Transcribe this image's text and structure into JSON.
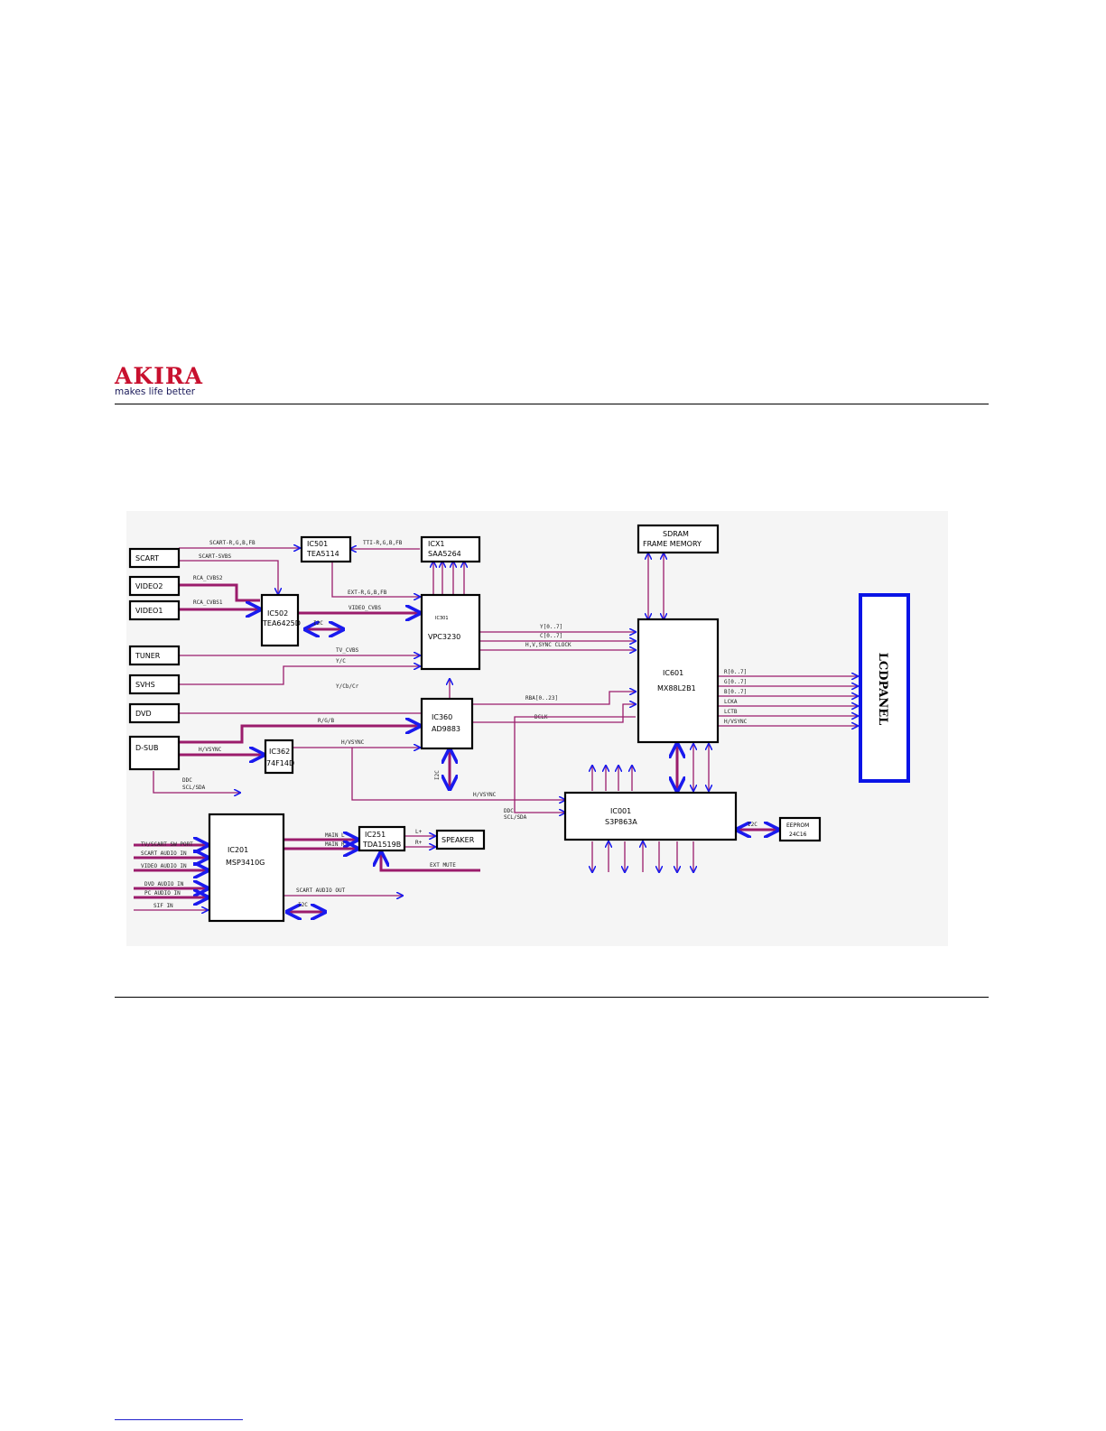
{
  "header": {
    "brand": "AKIRA",
    "tagline": "makes life better"
  },
  "diagram": {
    "blocks": {
      "scart": "SCART",
      "video2": "VIDEO2",
      "video1": "VIDEO1",
      "tuner": "TUNER",
      "svhs": "SVHS",
      "dvd": "DVD",
      "dsub": "D-SUB",
      "ic501_a": "IC501",
      "ic501_b": "TEA5114",
      "icx1_a": "ICX1",
      "icx1_b": "SAA5264",
      "ic502_a": "IC502",
      "ic502_b": "TEA6425D",
      "ic_vpc_a": "IC301",
      "ic_vpc_b": "VPC3230",
      "ic360_a": "IC360",
      "ic360_b": "AD9883",
      "ic362_a": "IC362",
      "ic362_b": "74F14D",
      "sdram_a": "SDRAM",
      "sdram_b": "FRAME MEMORY",
      "ic601_a": "IC601",
      "ic601_b": "MX88L2B1",
      "lcd": "LCDPANEL",
      "ic001_a": "IC001",
      "ic001_b": "S3P863A",
      "eeprom_a": "EEPROM",
      "eeprom_b": "24C16",
      "ic201_a": "IC201",
      "ic201_b": "MSP3410G",
      "ic251_a": "IC251",
      "ic251_b": "TDA1519B",
      "speaker": "SPEAKER"
    },
    "signals": {
      "scart_rgb": "SCART-R,G,B,FB",
      "scart_svbs": "SCART-SVBS",
      "rca_cvbs2": "RCA_CVBS2",
      "rca_cvbs1": "RCA_CVBS1",
      "tti_rgb": "TTI-R,G,B,FB",
      "ext_rgb": "EXT-R,G,B,FB",
      "video_cvbs": "VIDEO_CVBS",
      "i2c_a": "I2C",
      "tv_cvbs": "TV_CVBS",
      "yc": "Y/C",
      "ycbcr": "Y/Cb/Cr",
      "y_out": "Y[0..7]",
      "c_out": "C[0..7]",
      "hvsync_clock": "H,V,SYNC CLOCK",
      "rgb_in": "R/G/B",
      "hvsync_a": "H/VSYNC",
      "hvsync_b": "H/VSYNC",
      "hvsync_c": "H/VSYNC",
      "rba": "RBA[0..23]",
      "dclk": "DCLK",
      "i2c_b": "I2C",
      "ddc_a": "DDC",
      "scl_sda_a": "SCL/SDA",
      "ddc_b": "DDC",
      "scl_sda_b": "SCL/SDA",
      "r_out": "R[0..7]",
      "g_out": "G[0..7]",
      "b_out": "B[0..7]",
      "lcka": "LCKA",
      "lcta": "LCTB",
      "hv_sync": "H/VSYNC",
      "i2c_c": "I2C",
      "tv_scart_sw": "TV/SCART SW PORT",
      "scart_audio_in": "SCART AUDIO IN",
      "video_audio_in": "VIDEO AUDIO IN",
      "dvd_audio_in": "DVD AUDIO IN",
      "pc_audio_in": "PC AUDIO IN",
      "sif_in": "SIF IN",
      "main_l": "MAIN L",
      "main_r": "MAIN R",
      "l_plus": "L+",
      "r_plus": "R+",
      "ext_mute": "EXT MUTE",
      "scart_audio_out": "SCART AUDIO OUT",
      "i2c_d": "I2C"
    }
  }
}
